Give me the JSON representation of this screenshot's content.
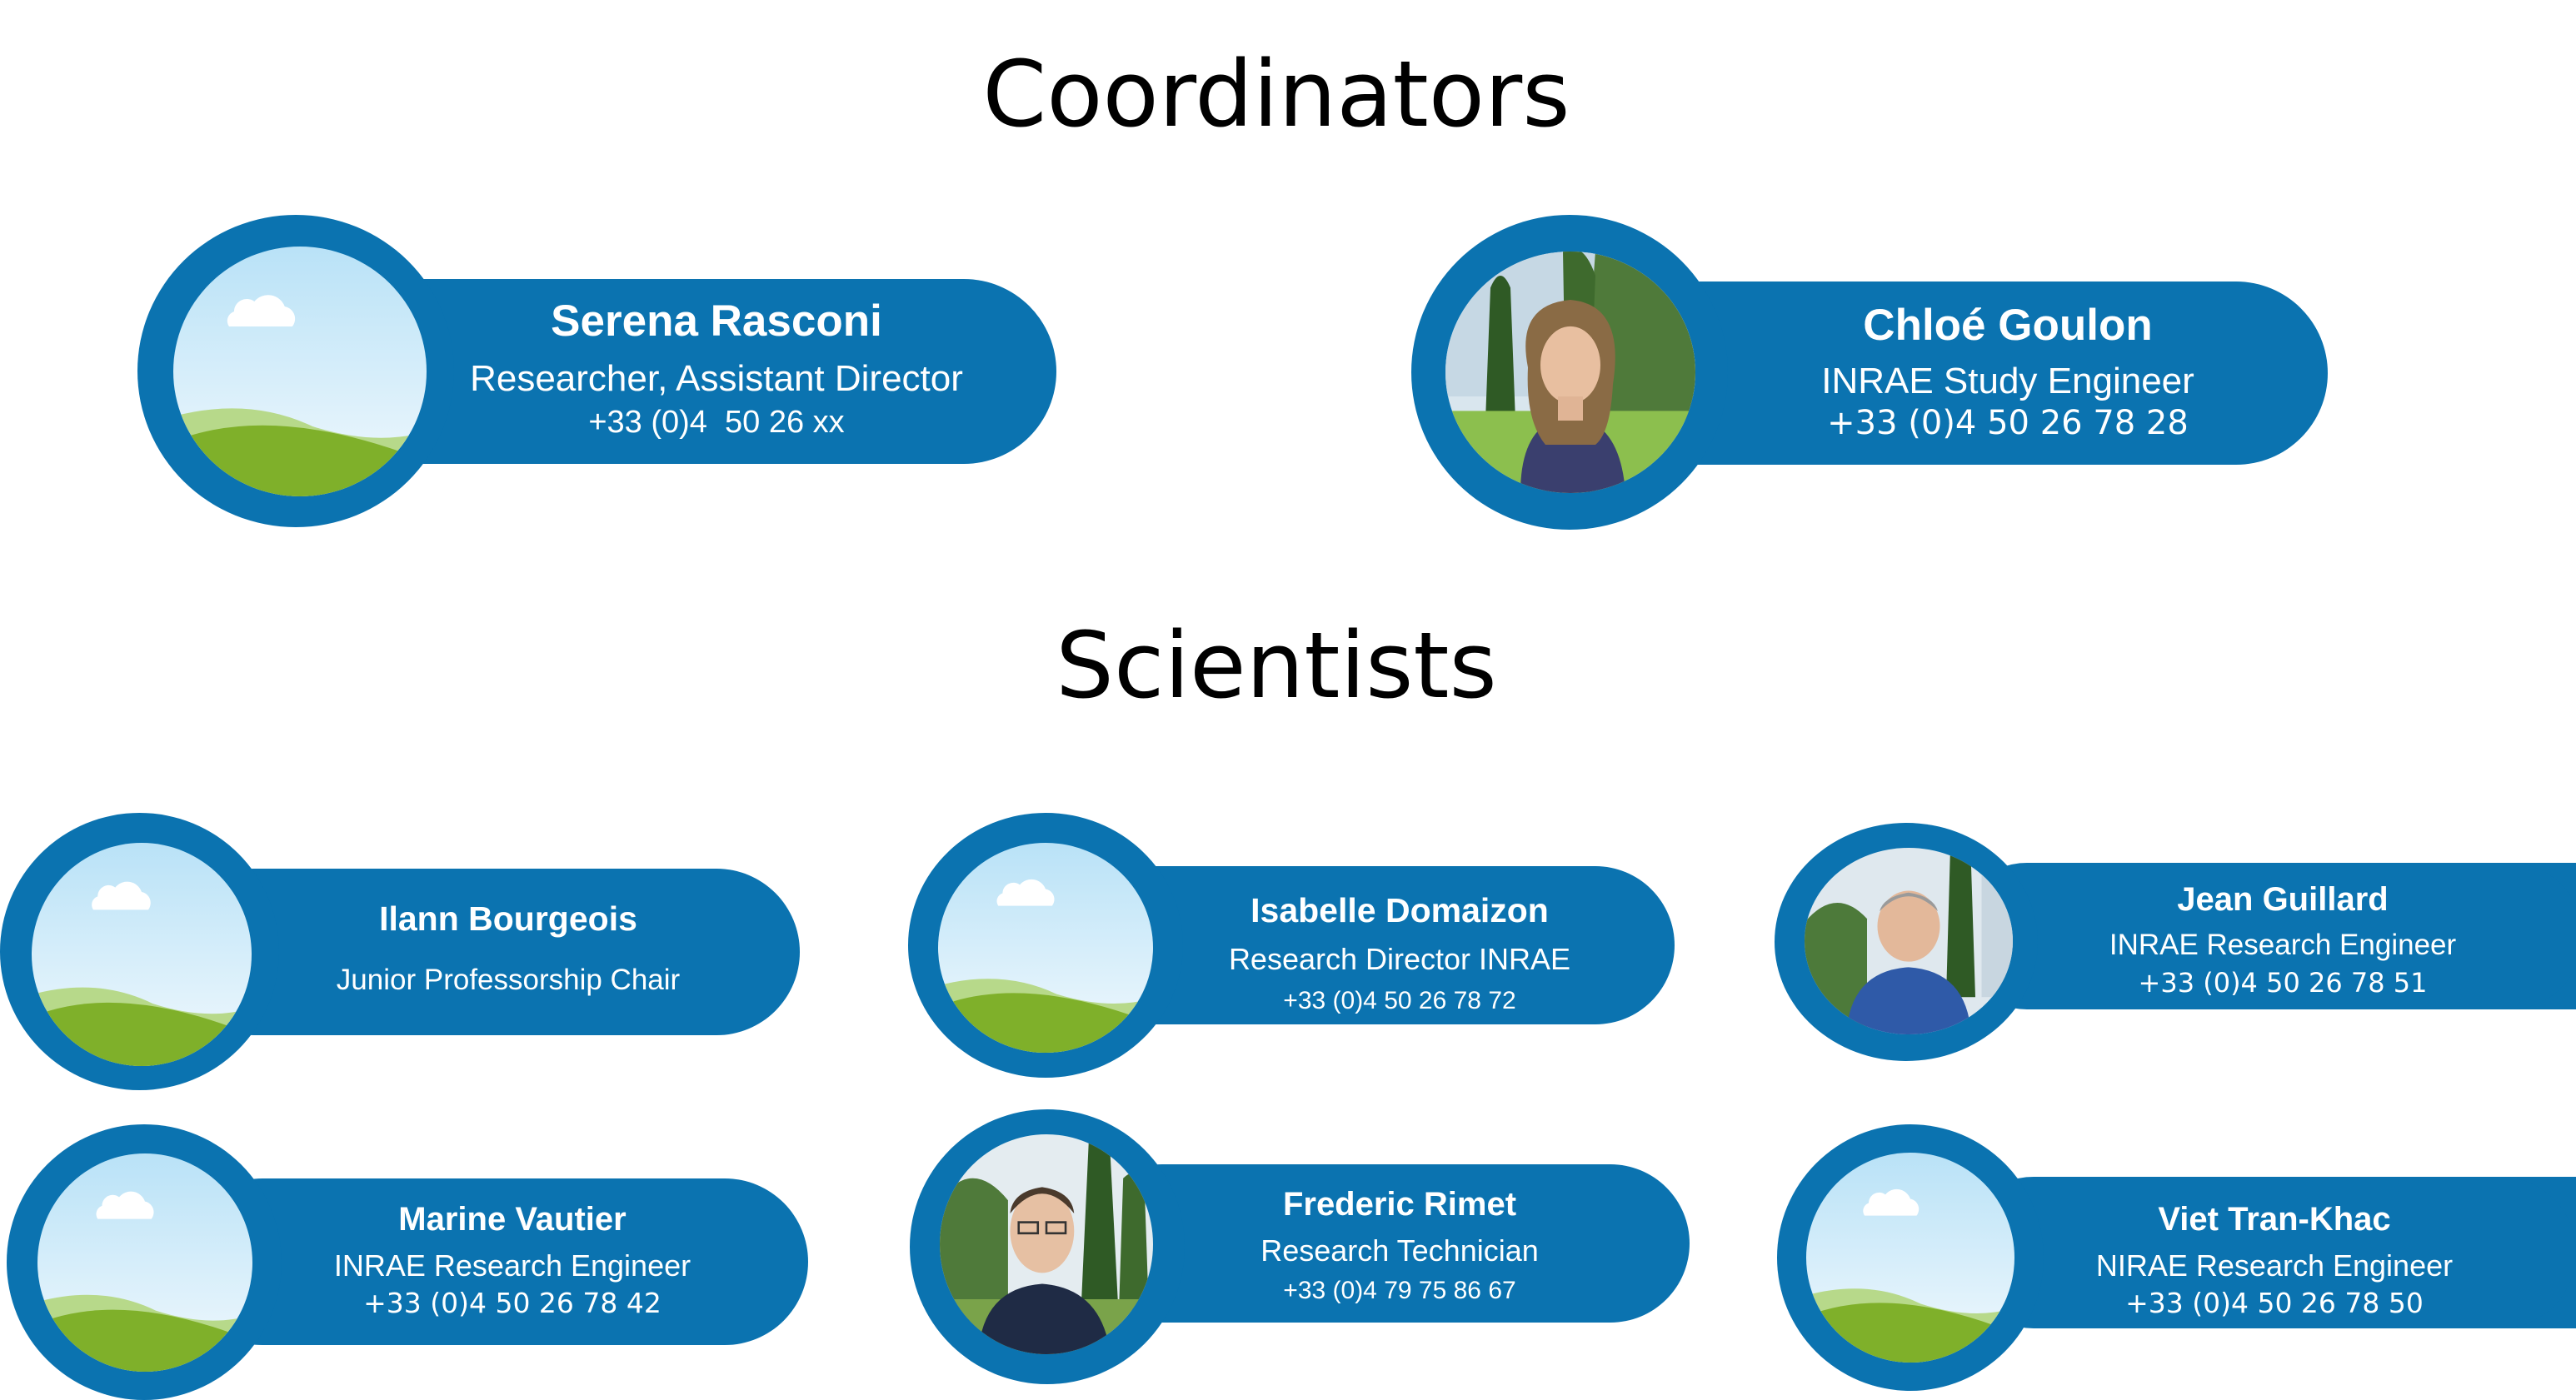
{
  "sections": {
    "coordinators_title": "Coordinators",
    "scientists_title": "Scientists"
  },
  "colors": {
    "accent": "#0b73b0",
    "text_on_accent": "#ffffff"
  },
  "coordinators": [
    {
      "name": "Serena Rasconi",
      "role": "Researcher, Assistant Director",
      "phone": "+33 (0)4  50 26 xx",
      "avatar": "placeholder-landscape-icon"
    },
    {
      "name": "Chloé Goulon",
      "role": "INRAE Study Engineer",
      "phone": "+33 (0)4 50 26 78 28",
      "avatar": "person-photo"
    }
  ],
  "scientists": [
    {
      "name": "Ilann Bourgeois",
      "role": "Junior Professorship Chair",
      "phone": "",
      "avatar": "placeholder-landscape-icon"
    },
    {
      "name": "Isabelle Domaizon",
      "role": "Research Director INRAE",
      "phone": "+33 (0)4 50 26 78 72",
      "avatar": "placeholder-landscape-icon"
    },
    {
      "name": "Jean Guillard",
      "role": "INRAE Research Engineer",
      "phone": "+33 (0)4 50 26 78 51",
      "avatar": "person-photo"
    },
    {
      "name": "Marine Vautier",
      "role": "INRAE Research Engineer",
      "phone": "+33 (0)4 50 26 78 42",
      "avatar": "placeholder-landscape-icon"
    },
    {
      "name": "Frederic Rimet",
      "role": "Research Technician",
      "phone": "+33 (0)4 79 75 86 67",
      "avatar": "person-photo"
    },
    {
      "name": "Viet Tran-Khac",
      "role": "NIRAE Research Engineer",
      "phone": "+33 (0)4 50 26 78 50",
      "avatar": "placeholder-landscape-icon"
    }
  ]
}
